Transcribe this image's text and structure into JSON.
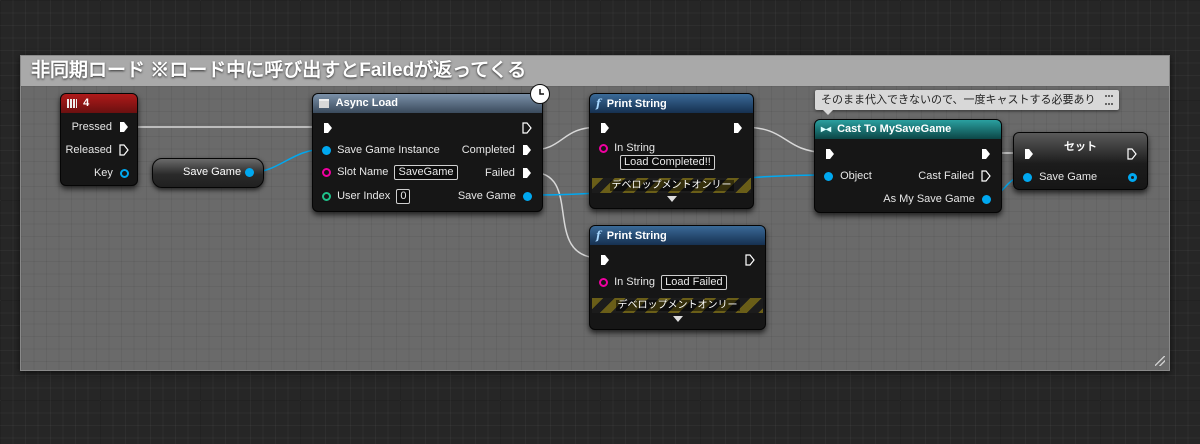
{
  "comment": {
    "title": "非同期ロード ※ロード中に呼び出すとFailedが返ってくる"
  },
  "key_node": {
    "title": "4",
    "pins": {
      "pressed": "Pressed",
      "released": "Released",
      "key": "Key"
    }
  },
  "variable_node": {
    "label": "Save Game"
  },
  "async_load": {
    "title": "Async Load",
    "inputs": {
      "save_game_instance": "Save Game Instance",
      "slot_name": "Slot Name",
      "user_index": "User Index"
    },
    "values": {
      "slot_name": "SaveGame",
      "user_index": "0"
    },
    "outputs": {
      "completed": "Completed",
      "failed": "Failed",
      "save_game": "Save Game"
    }
  },
  "print_string_1": {
    "title": "Print String",
    "in_string_label": "In String",
    "in_string_value": "Load Completed!!",
    "dev_only": "デベロップメントオンリー"
  },
  "print_string_2": {
    "title": "Print String",
    "in_string_label": "In String",
    "in_string_value": "Load Failed",
    "dev_only": "デベロップメントオンリー"
  },
  "cast_node": {
    "title": "Cast To MySaveGame",
    "tooltip": "そのまま代入できないので、一度キャストする必要あり",
    "pins": {
      "object": "Object",
      "cast_failed": "Cast Failed",
      "as_my_save_game": "As My Save Game"
    }
  },
  "set_node": {
    "title": "セット",
    "pins": {
      "save_game": "Save Game"
    }
  },
  "colors": {
    "exec_wire": "#d8d8d8",
    "object_wire": "#00a8f0",
    "string_pin": "#f000a0",
    "int_pin": "#1ec28a",
    "key_header": "#8a1515",
    "async_header": "#5a6e82",
    "function_header": "#1e4466",
    "cast_header": "#1a7070"
  },
  "icons": {
    "key_event": "keyboard-event-icon",
    "async": "latent-clock-icon",
    "function": "function-f-icon",
    "cast": "cast-arrow-icon"
  }
}
